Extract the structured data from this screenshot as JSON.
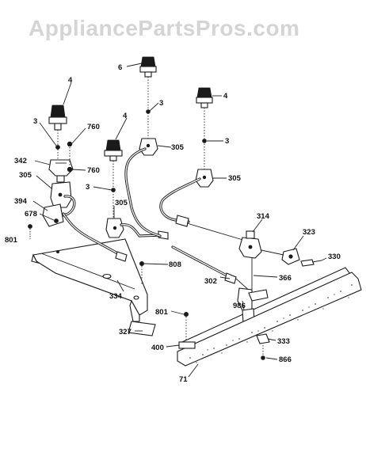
{
  "watermark": "AppliancePartsPros.com",
  "corner_text": "",
  "labels": {
    "l6": "6",
    "l4a": "4",
    "l4b": "4",
    "l4c": "4",
    "l3a": "3",
    "l3b": "3",
    "l3c": "3",
    "l3d": "3",
    "l760a": "760",
    "l760b": "760",
    "l342": "342",
    "l305a": "305",
    "l305b": "305",
    "l305c": "305",
    "l305d": "305",
    "l394": "394",
    "l678": "678",
    "l801a": "801",
    "l801b": "801",
    "l314": "314",
    "l323": "323",
    "l330": "330",
    "l808": "808",
    "l302": "302",
    "l366": "366",
    "l334": "334",
    "l986": "986",
    "l327": "327",
    "l400": "400",
    "l333": "333",
    "l866": "866",
    "l71": "71"
  },
  "colors": {
    "line": "#1a1a1a",
    "watermark": "#d4d4d4",
    "background": "#ffffff"
  }
}
